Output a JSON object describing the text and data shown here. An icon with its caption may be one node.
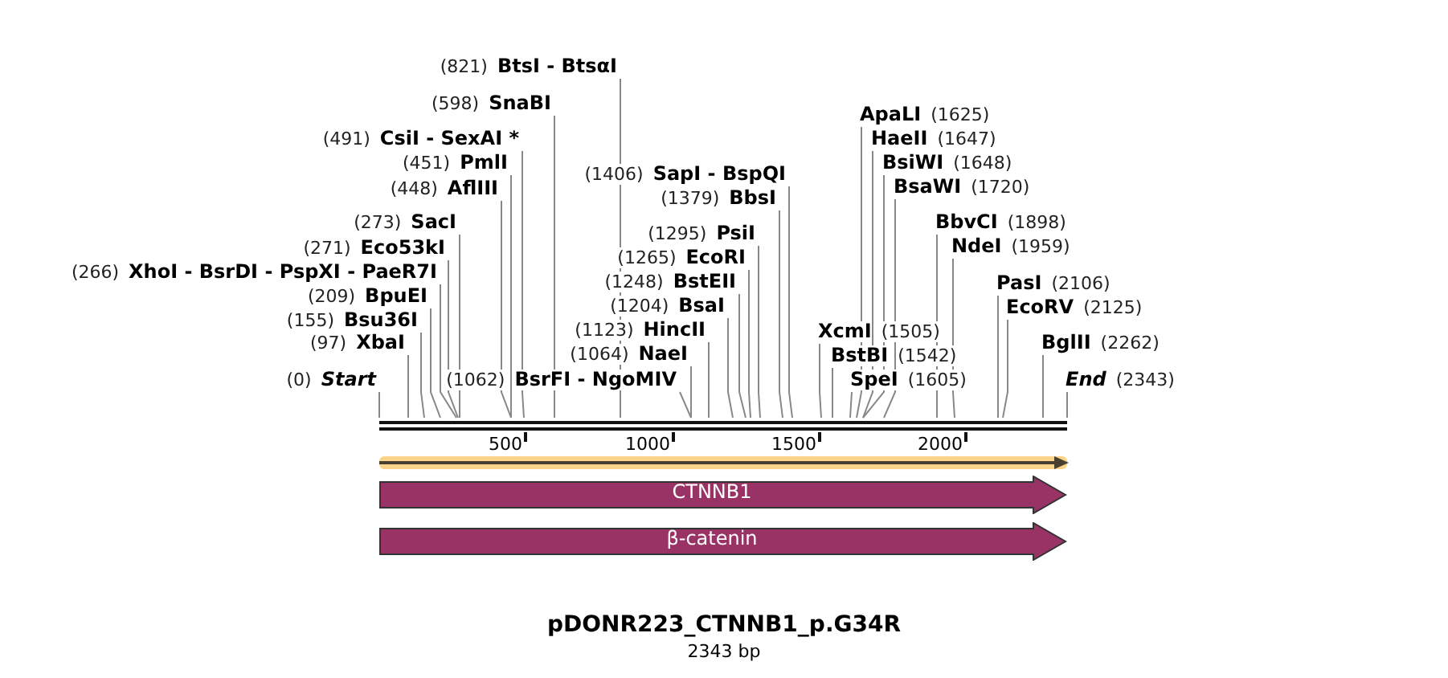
{
  "diagram": {
    "title": "pDONR223_CTNNB1_p.G34R",
    "caption": "2343 bp",
    "nodes": [
      {
        "text": [
          "(821)",
          "BtsI - BtsαI"
        ]
      },
      {
        "text": [
          "(598)",
          "SnaBI"
        ]
      },
      {
        "text": [
          "ApaLI",
          "(1625)"
        ]
      },
      {
        "text": [
          "(491)",
          "CsiI - SexAI *"
        ]
      },
      {
        "text": [
          "HaeII",
          "(1647)"
        ]
      },
      {
        "text": [
          "(451)",
          "PmlI"
        ]
      },
      {
        "text": [
          "BsiWI",
          "(1648)"
        ]
      },
      {
        "text": [
          "(1406)",
          "SapI - BspQI"
        ]
      },
      {
        "text": [
          "(448)",
          "AflIII"
        ]
      },
      {
        "text": [
          "BsaWI",
          "(1720)"
        ]
      },
      {
        "text": [
          "(1379)",
          "BbsI"
        ]
      },
      {
        "text": [
          "(273)",
          "SacI"
        ]
      },
      {
        "text": [
          "BbvCI",
          "(1898)"
        ]
      },
      {
        "text": [
          "(1295)",
          "PsiI"
        ]
      },
      {
        "text": [
          "NdeI",
          "(1959)"
        ]
      },
      {
        "text": [
          "(271)",
          "Eco53kI"
        ]
      },
      {
        "text": [
          "(1265)",
          "EcoRI"
        ]
      },
      {
        "text": [
          "(266)",
          "XhoI - BsrDI - PspXI - PaeR7I"
        ]
      },
      {
        "text": [
          "(1248)",
          "BstEII"
        ]
      },
      {
        "text": [
          "PasI",
          "(2106)"
        ]
      },
      {
        "text": [
          "(209)",
          "BpuEI"
        ]
      },
      {
        "text": [
          "(1204)",
          "BsaI"
        ]
      },
      {
        "text": [
          "EcoRV",
          "(2125)"
        ]
      },
      {
        "text": [
          "(155)",
          "Bsu36I"
        ]
      },
      {
        "text": [
          "(1123)",
          "HincII"
        ]
      },
      {
        "text": [
          "XcmI",
          "(1505)"
        ]
      },
      {
        "text": [
          "(97)",
          "XbaI"
        ]
      },
      {
        "text": [
          "BglII",
          "(2262)"
        ]
      },
      {
        "text": [
          "(1064)",
          "NaeI"
        ]
      },
      {
        "text": [
          "BstBI",
          "(1542)"
        ]
      },
      {
        "text": [
          "(0)",
          "Start"
        ]
      },
      {
        "text": [
          "(1062)",
          "BsrFI - NgoMIV"
        ]
      },
      {
        "text": [
          "SpeI",
          "(1605)"
        ]
      },
      {
        "text": [
          "End",
          "(2343)"
        ]
      },
      {
        "text": [],
        "shape": "arrow"
      },
      {
        "text": [
          "CTNNB1"
        ]
      },
      {
        "text": [
          "β-catenin"
        ]
      }
    ],
    "edges": [
      {
        "from": 0,
        "to": null,
        "arrow": "none"
      },
      {
        "from": 1,
        "to": null,
        "arrow": "none"
      },
      {
        "from": 2,
        "to": null,
        "arrow": "none"
      },
      {
        "from": 3,
        "to": null,
        "arrow": "none"
      },
      {
        "from": 4,
        "to": null,
        "arrow": "none"
      },
      {
        "from": 5,
        "to": null,
        "arrow": "none"
      },
      {
        "from": 6,
        "to": null,
        "arrow": "none"
      },
      {
        "from": 7,
        "to": null,
        "arrow": "none"
      },
      {
        "from": 8,
        "to": null,
        "arrow": "none"
      },
      {
        "from": 9,
        "to": null,
        "arrow": "none"
      },
      {
        "from": 10,
        "to": null,
        "arrow": "none"
      },
      {
        "from": 11,
        "to": null,
        "arrow": "none"
      },
      {
        "from": 12,
        "to": null,
        "arrow": "none"
      },
      {
        "from": 13,
        "to": null,
        "arrow": "none"
      },
      {
        "from": 14,
        "to": null,
        "arrow": "none"
      },
      {
        "from": 15,
        "to": null,
        "arrow": "none"
      },
      {
        "from": 16,
        "to": null,
        "arrow": "none"
      },
      {
        "from": 17,
        "to": null,
        "arrow": "none"
      },
      {
        "from": 18,
        "to": null,
        "arrow": "none"
      },
      {
        "from": 19,
        "to": null,
        "arrow": "none"
      },
      {
        "from": 20,
        "to": null,
        "arrow": "none"
      },
      {
        "from": 21,
        "to": null,
        "arrow": "none"
      },
      {
        "from": 22,
        "to": null,
        "arrow": "none"
      },
      {
        "from": 23,
        "to": null,
        "arrow": "none"
      },
      {
        "from": 24,
        "to": null,
        "arrow": "none"
      },
      {
        "from": 25,
        "to": null,
        "arrow": "none"
      },
      {
        "from": 26,
        "to": null,
        "arrow": "none"
      },
      {
        "from": 27,
        "to": null,
        "arrow": "none"
      },
      {
        "from": 28,
        "to": null,
        "arrow": "none"
      },
      {
        "from": 29,
        "to": null,
        "arrow": "none"
      },
      {
        "from": 30,
        "to": null,
        "arrow": "none"
      },
      {
        "from": 31,
        "to": null,
        "arrow": "none"
      },
      {
        "from": 32,
        "to": null,
        "arrow": "none"
      },
      {
        "from": 33,
        "to": null,
        "arrow": "none"
      }
    ],
    "labels": [
      "500",
      "1000",
      "1500",
      "2000"
    ]
  }
}
